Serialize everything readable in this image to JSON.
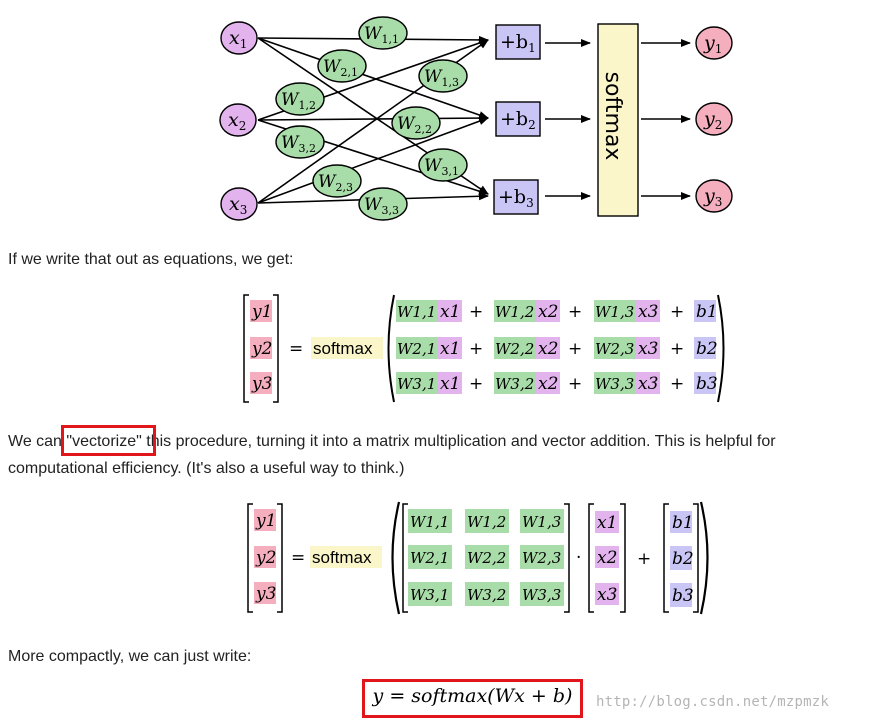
{
  "diagram": {
    "inputs": [
      "x",
      "x",
      "x"
    ],
    "input_subs": [
      "1",
      "2",
      "3"
    ],
    "weights": [
      {
        "base": "W",
        "sub": "1,1"
      },
      {
        "base": "W",
        "sub": "2,1"
      },
      {
        "base": "W",
        "sub": "1,3"
      },
      {
        "base": "W",
        "sub": "1,2"
      },
      {
        "base": "W",
        "sub": "2,2"
      },
      {
        "base": "W",
        "sub": "3,2"
      },
      {
        "base": "W",
        "sub": "3,1"
      },
      {
        "base": "W",
        "sub": "2,3"
      },
      {
        "base": "W",
        "sub": "3,3"
      }
    ],
    "biases": [
      "+b",
      "+b",
      "+b"
    ],
    "bias_subs": [
      "1",
      "2",
      "3"
    ],
    "softmax_label": "softmax",
    "outputs": [
      "y",
      "y",
      "y"
    ],
    "output_subs": [
      "1",
      "2",
      "3"
    ]
  },
  "text": {
    "p1": "If we write that out as equations, we get:",
    "p2_before": "We can ",
    "p2_highlight": "\"vectorize\"",
    "p2_after": " this procedure, turning it into a matrix multiplication and vector addition. This is helpful for",
    "p2_line2": "computational efficiency. (It's also a useful way to think.)",
    "p3": "More compactly, we can just write:"
  },
  "eq1": {
    "lhs": [
      "y1",
      "y2",
      "y3"
    ],
    "equals": "=",
    "func": "softmax",
    "rows": [
      [
        "W1,1",
        "x1",
        "+",
        "W1,2",
        "x2",
        "+",
        "W1,3",
        "x3",
        "+",
        "b1"
      ],
      [
        "W2,1",
        "x1",
        "+",
        "W2,2",
        "x2",
        "+",
        "W2,3",
        "x3",
        "+",
        "b2"
      ],
      [
        "W3,1",
        "x1",
        "+",
        "W3,2",
        "x2",
        "+",
        "W3,3",
        "x3",
        "+",
        "b3"
      ]
    ]
  },
  "eq2": {
    "lhs": [
      "y1",
      "y2",
      "y3"
    ],
    "equals": "=",
    "func": "softmax",
    "matrix": [
      [
        "W1,1",
        "W1,2",
        "W1,3"
      ],
      [
        "W2,1",
        "W2,2",
        "W2,3"
      ],
      [
        "W3,1",
        "W3,2",
        "W3,3"
      ]
    ],
    "dot": "·",
    "xvec": [
      "x1",
      "x2",
      "x3"
    ],
    "plus": "+",
    "bvec": [
      "b1",
      "b2",
      "b3"
    ]
  },
  "eq3": {
    "formula": "y = softmax(Wx + b)"
  },
  "watermark": "http://blog.csdn.net/mzpmzk",
  "colors": {
    "input": "#e3b3ee",
    "weight": "#a8dca8",
    "bias": "#c9c5f5",
    "softmax": "#fbf6c9",
    "output": "#f4aebe",
    "red": "#e0161b"
  }
}
